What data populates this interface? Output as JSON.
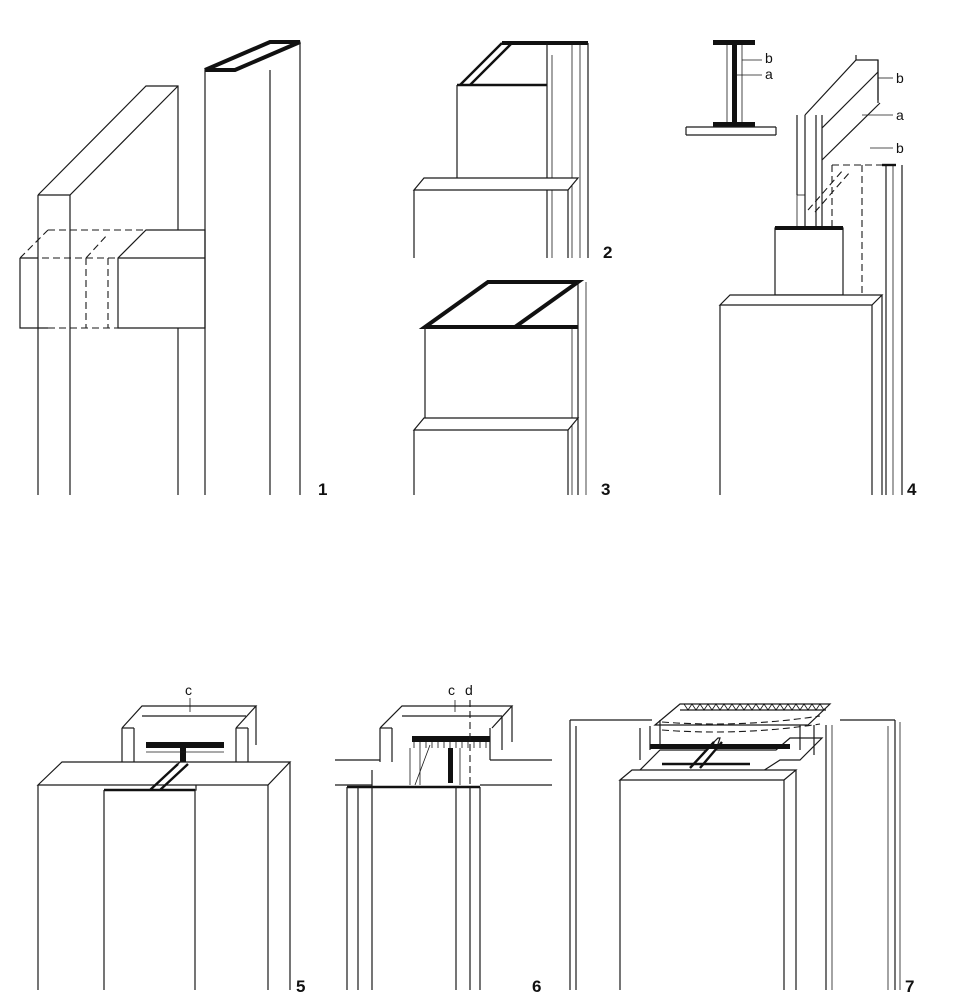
{
  "figures": [
    {
      "number": "1"
    },
    {
      "number": "2"
    },
    {
      "number": "3"
    },
    {
      "number": "4",
      "labels": [
        "b",
        "a",
        "b",
        "a",
        "b"
      ]
    },
    {
      "number": "5",
      "labels": [
        "c"
      ]
    },
    {
      "number": "6",
      "labels": [
        "c",
        "d"
      ]
    },
    {
      "number": "7"
    }
  ]
}
